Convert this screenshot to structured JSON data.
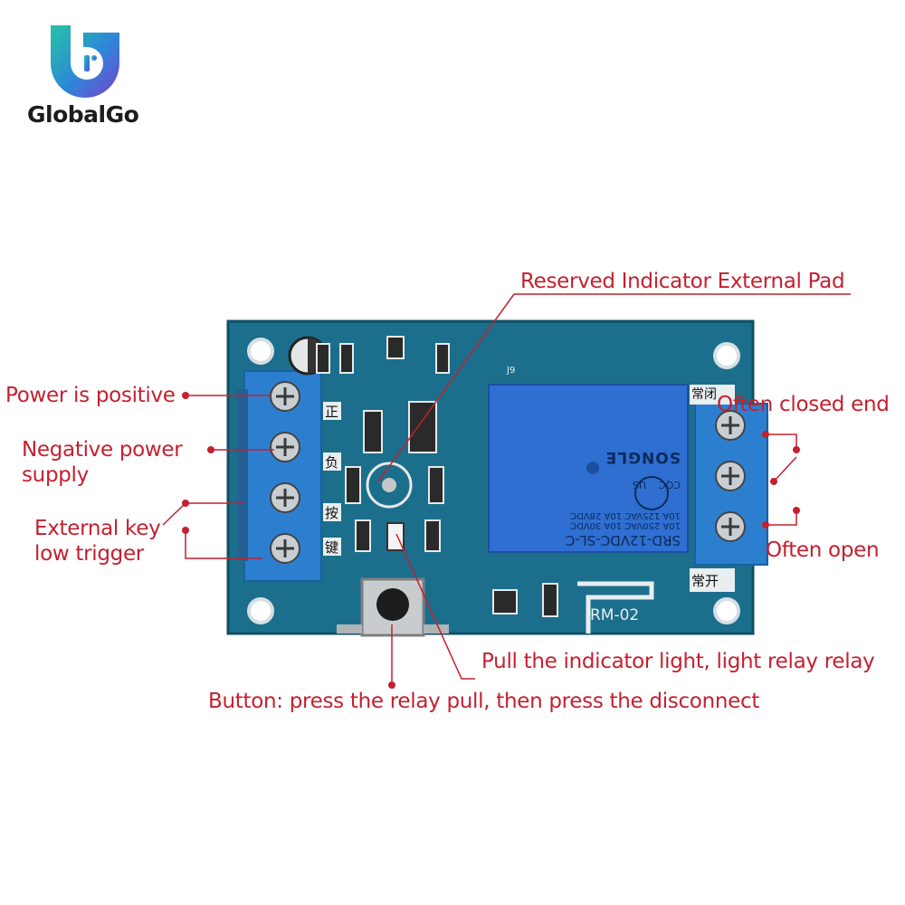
{
  "brand": {
    "name": "GlobalGo",
    "logo_icon": "globalgo-logo-icon"
  },
  "colors": {
    "annotation": "#c4202f",
    "pcb": "#1b6f8c",
    "terminal": "#2c7fcf",
    "relay": "#2f6fd2"
  },
  "annotations": {
    "reserved_indicator": "Reserved Indicator External Pad",
    "power_positive": "Power is positive",
    "negative_power_line1": "Negative power",
    "negative_power_line2": "supply",
    "external_key_line1": "External key",
    "external_key_line2": "low trigger",
    "often_closed": "Often closed end",
    "often_open": "Often open",
    "pull_indicator": "Pull the indicator light, light relay relay",
    "button_desc": "Button: press the relay pull, then press the disconnect"
  },
  "board": {
    "model": "RM-02",
    "pin_labels": [
      "正",
      "负",
      "按",
      "键"
    ],
    "nc_label": "常闭",
    "no_label": "常开",
    "small_label": "J9",
    "relay": {
      "line1": "SRD-12VDC-SL-C",
      "line2": "10A 250VAC  10A 30VDC",
      "line3": "10A 125VAC  10A 28VDC",
      "brand": "SONGLE",
      "cert1": "CQC",
      "cert2": "US"
    }
  }
}
